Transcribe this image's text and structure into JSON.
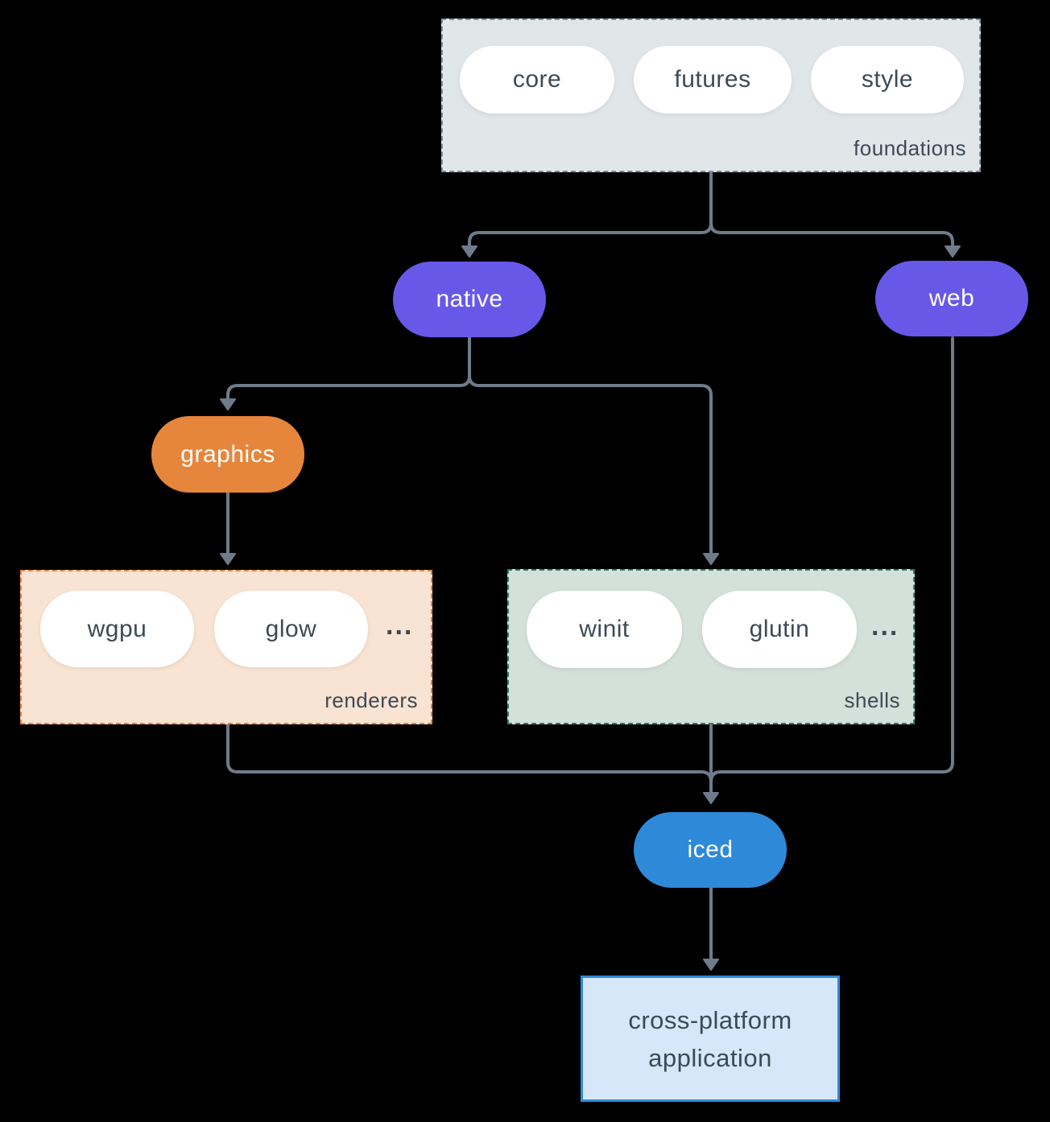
{
  "diagram": {
    "background_color": "#000000",
    "arrow_color": "#6e7b8a",
    "text_color": "#3d4a55",
    "groups": {
      "foundations": {
        "label": "foundations",
        "items": [
          "core",
          "futures",
          "style"
        ],
        "bg": "#e1e6e9",
        "border": "#7f8fa0"
      },
      "renderers": {
        "label": "renderers",
        "items": [
          "wgpu",
          "glow"
        ],
        "ellipsis": "...",
        "bg": "#f9e3d2",
        "border": "#e8823c"
      },
      "shells": {
        "label": "shells",
        "items": [
          "winit",
          "glutin"
        ],
        "ellipsis": "...",
        "bg": "#d4e0da",
        "border": "#2e7d68"
      }
    },
    "nodes": {
      "native": {
        "label": "native",
        "bg": "#6858e8",
        "text": "#ffffff"
      },
      "web": {
        "label": "web",
        "bg": "#6858e8",
        "text": "#ffffff"
      },
      "graphics": {
        "label": "graphics",
        "bg": "#e6863c",
        "text": "#ffffff"
      },
      "iced": {
        "label": "iced",
        "bg": "#2e8ad8",
        "text": "#ffffff"
      },
      "application": {
        "label": "cross-platform application",
        "bg": "#d5e7f8",
        "border": "#2e8ad8"
      }
    }
  }
}
